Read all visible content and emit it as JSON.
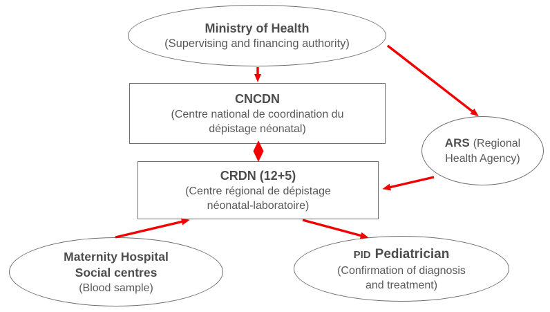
{
  "diagram": {
    "title_hint": "Neonatal screening organisation flowchart",
    "colors": {
      "arrow_red": "#f20000",
      "shape_border_gray": "#6e6e6e",
      "text_gray": "#585858"
    },
    "nodes": {
      "ministry": {
        "title": "Ministry of Health",
        "subtitle": "(Supervising and financing authority)"
      },
      "cncdn": {
        "title": "CNCDN",
        "subtitle_line1": "(Centre national de coordination du",
        "subtitle_line2": "dépistage néonatal)"
      },
      "ars": {
        "title_bold": "ARS",
        "title_rest": "(Regional",
        "line2": "Health Agency)"
      },
      "crdn": {
        "title": "CRDN (12+5)",
        "subtitle_line1": "(Centre régional de dépistage",
        "subtitle_line2": "néonatal-laboratoire)"
      },
      "maternity": {
        "title_line1": "Maternity Hospital",
        "title_line2": "Social centres",
        "subtitle": "(Blood sample)"
      },
      "pid": {
        "title_prefix": "PID",
        "title_main": "Pediatrician",
        "subtitle_line1": "(Confirmation of diagnosis",
        "subtitle_line2": "and treatment)"
      }
    }
  }
}
